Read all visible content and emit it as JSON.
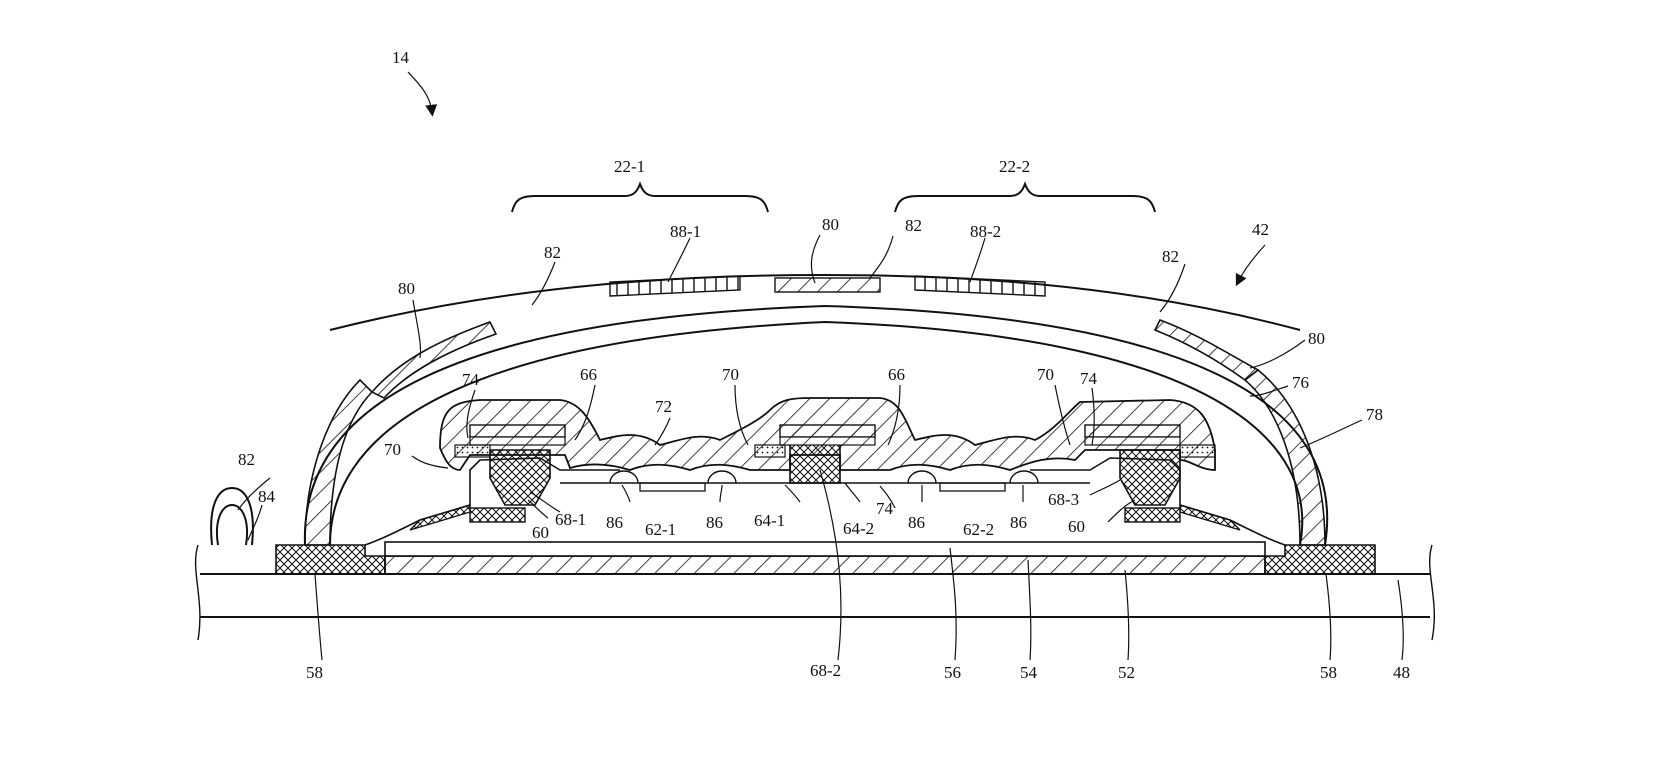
{
  "figure": {
    "ref_device": "14",
    "ref_assembly": "42",
    "brace_left": "22-1",
    "brace_right": "22-2",
    "labels": {
      "l80_top": "80",
      "l82_top_center": "82",
      "l88_1": "88-1",
      "l88_2": "88-2",
      "l82_left": "82",
      "l82_right": "82",
      "l80_left": "80",
      "l80_right": "80",
      "l76": "76",
      "l78": "78",
      "l74_left": "74",
      "l66_left": "66",
      "l70_center": "70",
      "l66_right": "66",
      "l70_right": "70",
      "l74_right": "74",
      "l72": "72",
      "l70_left": "70",
      "l82_far_left": "82",
      "l84": "84",
      "l68_1": "68-1",
      "l60_left": "60",
      "l86_a": "86",
      "l62_1": "62-1",
      "l86_b": "86",
      "l64_1": "64-1",
      "l64_2": "64-2",
      "l74_center": "74",
      "l86_c": "86",
      "l62_2": "62-2",
      "l86_d": "86",
      "l68_3": "68-3",
      "l60_right": "60",
      "l58_left": "58",
      "l68_2": "68-2",
      "l56": "56",
      "l54": "54",
      "l52": "52",
      "l58_right": "58",
      "l48": "48"
    }
  }
}
